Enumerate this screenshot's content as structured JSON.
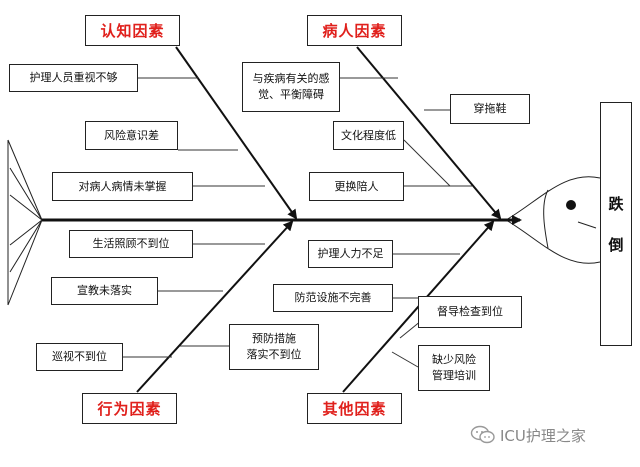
{
  "categories": {
    "cognitive": "认知因素",
    "patient": "病人因素",
    "behavior": "行为因素",
    "other": "其他因素"
  },
  "causes": {
    "cognitive": [
      "护理人员重视不够",
      "风险意识差",
      "对病人病情未掌握"
    ],
    "patient": [
      "与疾病有关的感\n觉、平衡障碍",
      "穿拖鞋",
      "文化程度低",
      "更换陪人"
    ],
    "behavior": [
      "生活照顾不到位",
      "宣教未落实",
      "巡视不到位",
      "预防措施\n落实不到位"
    ],
    "other": [
      "护理人力不足",
      "防范设施不完善",
      "督导检查到位",
      "缺少风险\n管理培训"
    ]
  },
  "effect": [
    "跌",
    "倒"
  ],
  "watermark": "ICU护理之家",
  "icons": {
    "watermark": "wechat-icon"
  }
}
